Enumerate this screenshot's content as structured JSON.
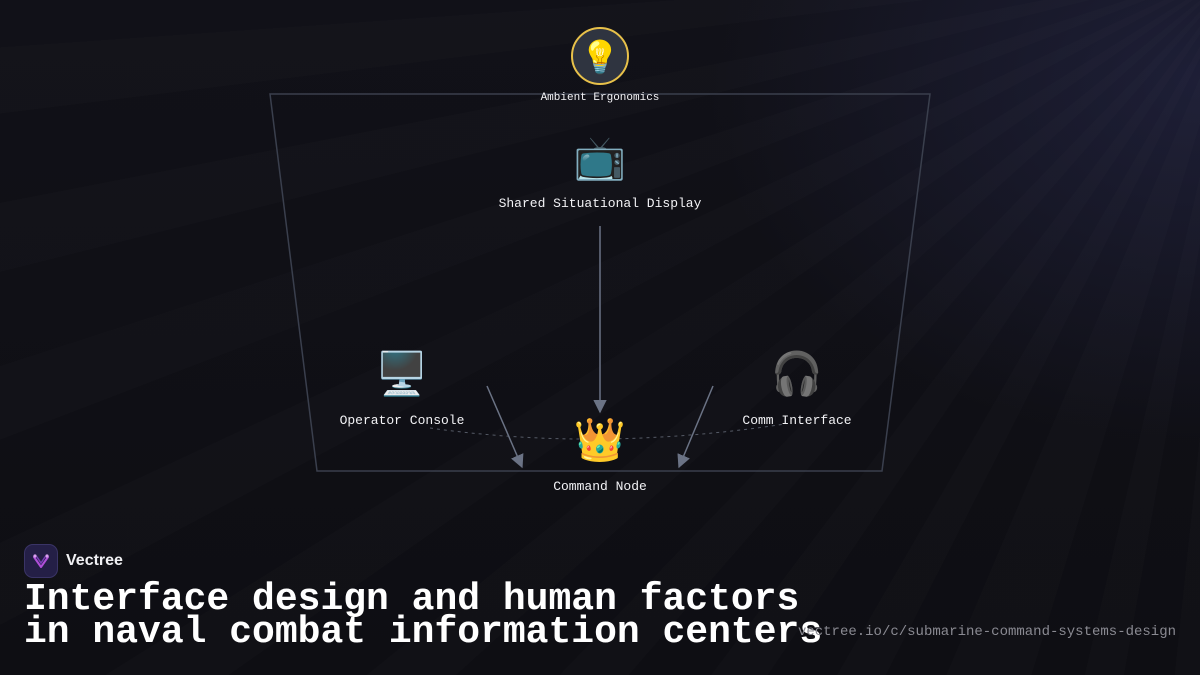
{
  "diagram": {
    "nodes": {
      "ambient": {
        "label": "Ambient Ergonomics",
        "icon": "lightbulb-icon",
        "glyph": "💡"
      },
      "display": {
        "label": "Shared Situational Display",
        "icon": "television-icon",
        "glyph": "📺"
      },
      "console": {
        "label": "Operator Console",
        "icon": "desktop-computer-icon",
        "glyph": "🖥️"
      },
      "comm": {
        "label": "Comm Interface",
        "icon": "headphones-icon",
        "glyph": "🎧"
      },
      "command": {
        "label": "Command Node",
        "icon": "crown-icon",
        "glyph": "👑"
      }
    },
    "edges": [
      {
        "from": "display",
        "to": "command",
        "style": "solid-arrow"
      },
      {
        "from": "console",
        "to": "command",
        "style": "solid-arrow"
      },
      {
        "from": "comm",
        "to": "command",
        "style": "solid-arrow"
      },
      {
        "from": "console",
        "to": "comm",
        "style": "dashed-curve"
      }
    ],
    "colors": {
      "frame": "#3a3f4d",
      "arrow": "#6b7385",
      "dashed": "#555a66",
      "ambient_ring": "#e8c14a",
      "ambient_fill": "#2f3440"
    }
  },
  "footer": {
    "brand_name": "Vectree",
    "brand_icon": "vectree-logo-icon",
    "headline_line1": "Interface design and human factors",
    "headline_line2": "in naval combat information centers",
    "url": "vectree.io/c/submarine-command-systems-design"
  }
}
